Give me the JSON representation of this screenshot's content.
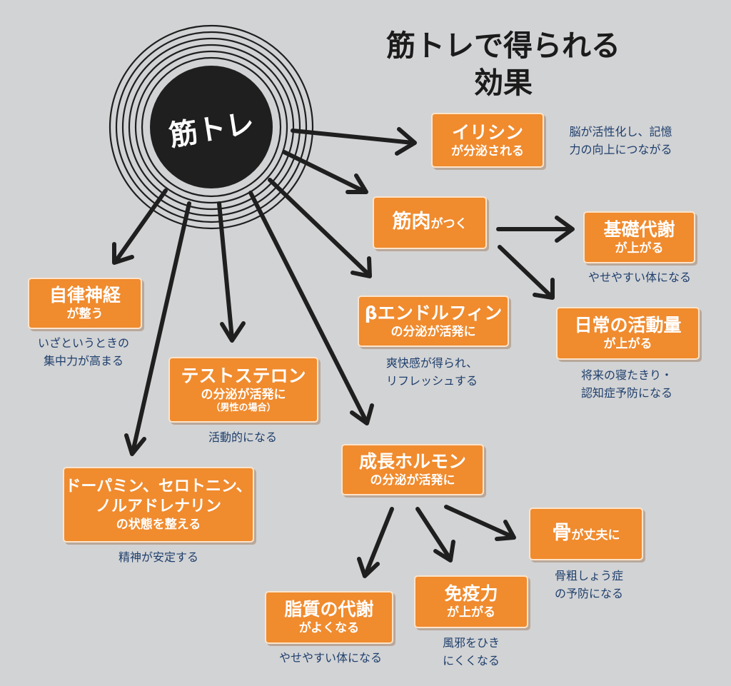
{
  "title": {
    "line1": "筋トレで得られる",
    "line2": "効果"
  },
  "hub": {
    "label": "筋トレ"
  },
  "effects": {
    "irisin": {
      "line1": "イリシン",
      "line2": "が分泌される",
      "note": [
        "脳が活性化し、記憶",
        "力の向上につながる"
      ]
    },
    "muscle": {
      "big": "筋肉",
      "small": "がつく"
    },
    "bmr": {
      "line1": "基礎代謝",
      "line2": "が上がる",
      "note": [
        "やせやすい体になる"
      ]
    },
    "activity": {
      "line1": "日常の活動量",
      "line2": "が上がる",
      "note": [
        "将来の寝たきり・",
        "認知症予防になる"
      ]
    },
    "endorphin": {
      "line1": "βエンドルフィン",
      "line2": "の分泌が活発に",
      "note": [
        "爽快感が得られ、",
        "リフレッシュする"
      ]
    },
    "autonomic": {
      "line1": "自律神経",
      "line2": "が整う",
      "note": [
        "いざというときの",
        "集中力が高まる"
      ]
    },
    "testosterone": {
      "line1": "テストステロン",
      "line2": "の分泌が活発に",
      "line3": "（男性の場合）",
      "note": [
        "活動的になる"
      ]
    },
    "growth_hormone": {
      "line1": "成長ホルモン",
      "line2": "の分泌が活発に"
    },
    "dopamine": {
      "line1": "ドーパミン、セロトニン、",
      "line2": "ノルアドレナリン",
      "line3": "の状態を整える",
      "note": [
        "精神が安定する"
      ]
    },
    "bone": {
      "big": "骨",
      "small": "が丈夫に",
      "note": [
        "骨粗しょう症",
        "の予防になる"
      ]
    },
    "fat": {
      "line1": "脂質の代謝",
      "line2": "がよくなる",
      "note": [
        "やせやすい体になる"
      ]
    },
    "immunity": {
      "line1": "免疫力",
      "line2": "が上がる",
      "note": [
        "風邪をひき",
        "にくくなる"
      ]
    }
  },
  "colors": {
    "background": "#d2d3d5",
    "box": "#f08b2e",
    "hub": "#1f1f1f",
    "note_text": "#1f3f6c",
    "arrow": "#1f1f1f"
  }
}
